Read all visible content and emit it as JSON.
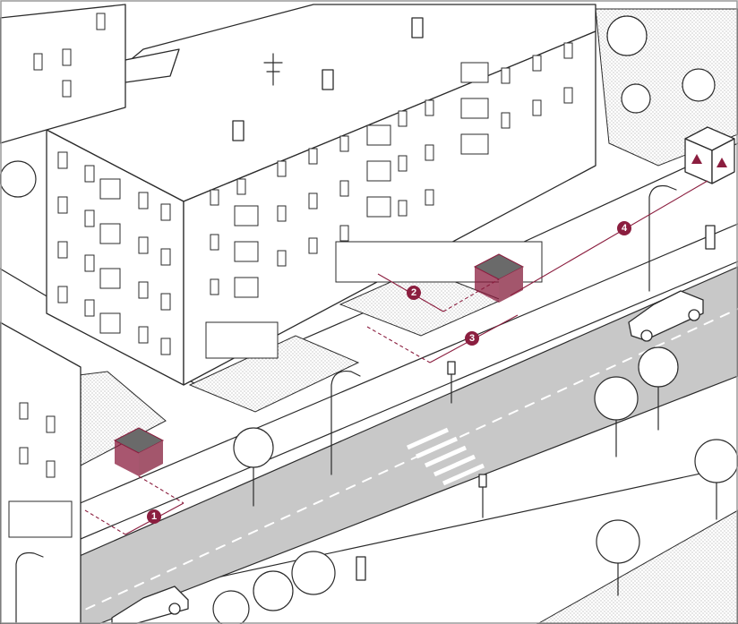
{
  "markers": [
    {
      "id": "marker-1",
      "label": "1"
    },
    {
      "id": "marker-2",
      "label": "2"
    },
    {
      "id": "marker-3",
      "label": "3"
    },
    {
      "id": "marker-4",
      "label": "4"
    }
  ],
  "colors": {
    "accent": "#8b1e3f",
    "kiosk": "#9a6a76",
    "road": "#c8c8c8",
    "line": "#2b2b2b"
  },
  "icons": [
    "warning-triangle-icon",
    "warning-triangle-icon"
  ]
}
